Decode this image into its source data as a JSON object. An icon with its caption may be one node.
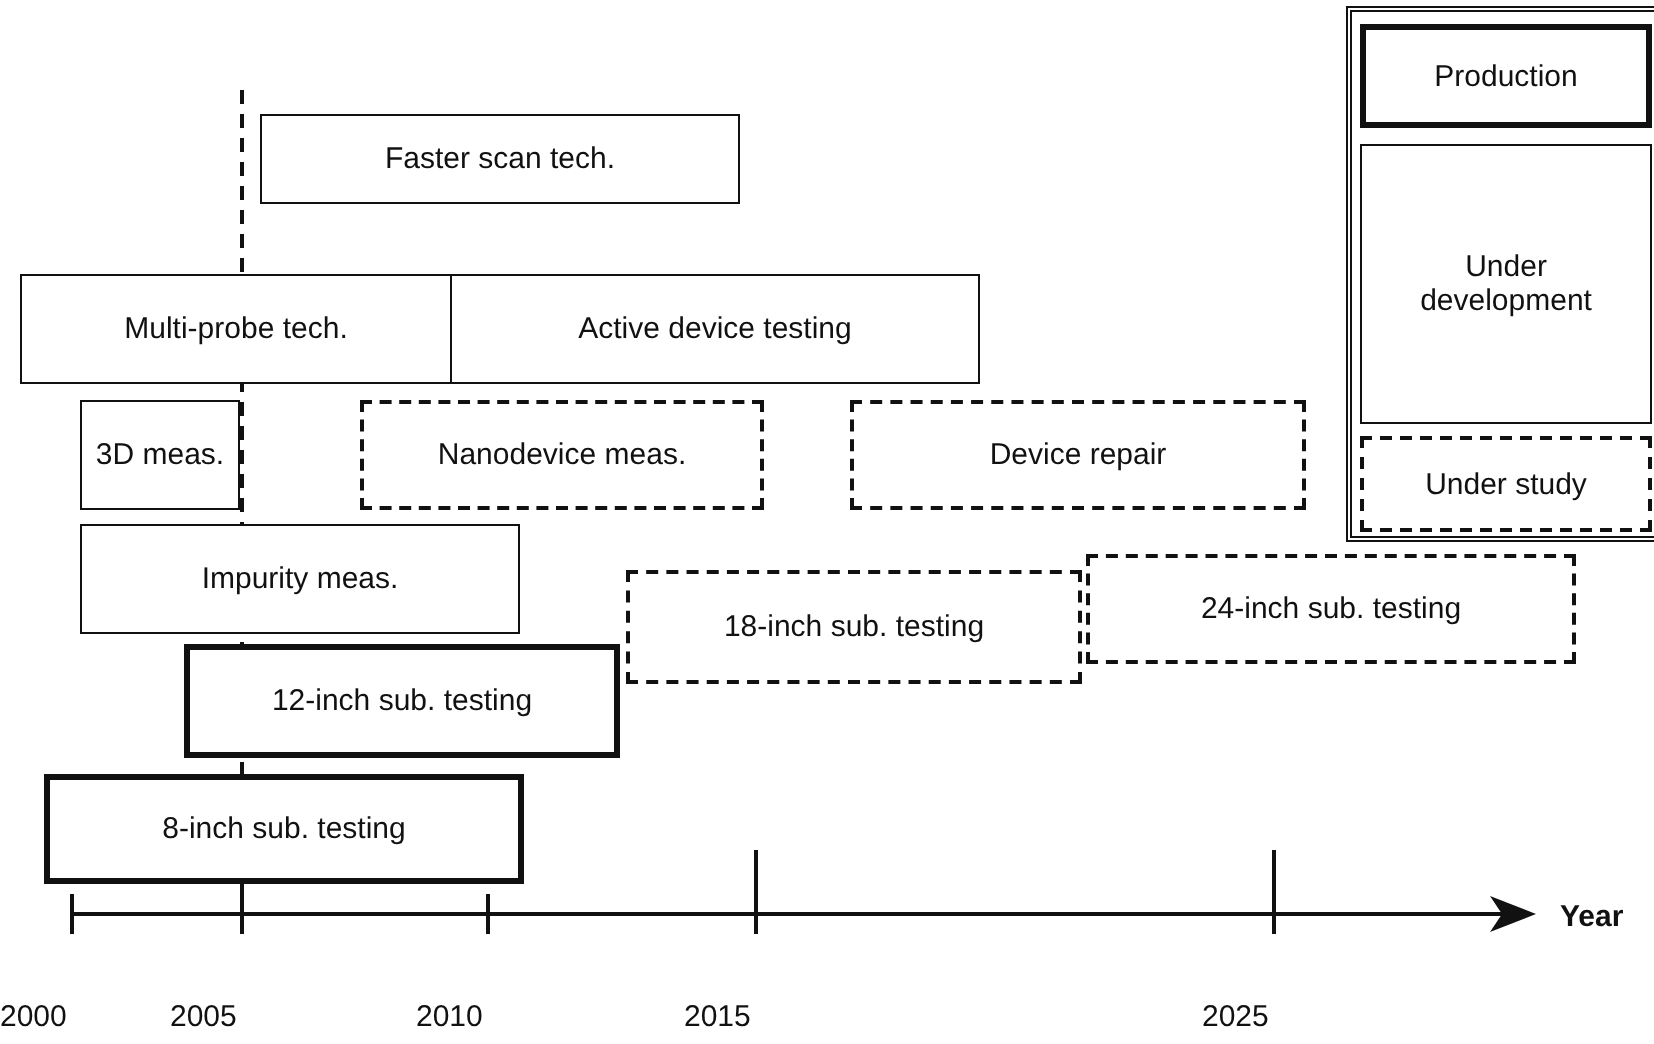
{
  "diagram": {
    "nodes": [
      {
        "text": [
          "Faster scan tech."
        ]
      },
      {
        "text": [
          "Multi-probe tech."
        ]
      },
      {
        "text": [
          "Active device testing"
        ]
      },
      {
        "text": [
          "3D meas."
        ]
      },
      {
        "text": [
          "Nanodevice meas."
        ]
      },
      {
        "text": [
          "Device repair"
        ]
      },
      {
        "text": [
          "Impurity meas."
        ]
      },
      {
        "text": [
          "18-inch sub. testing"
        ]
      },
      {
        "text": [
          "24-inch sub. testing"
        ]
      },
      {
        "text": [
          "12-inch sub. testing"
        ]
      },
      {
        "text": [
          "8-inch sub. testing"
        ]
      }
    ],
    "labels": [
      "Year",
      "2000",
      "2005",
      "2010",
      "2015",
      "2025"
    ],
    "legend": [
      {
        "text": "Production"
      },
      {
        "text": "Under development"
      },
      {
        "text": "Under study"
      }
    ]
  }
}
